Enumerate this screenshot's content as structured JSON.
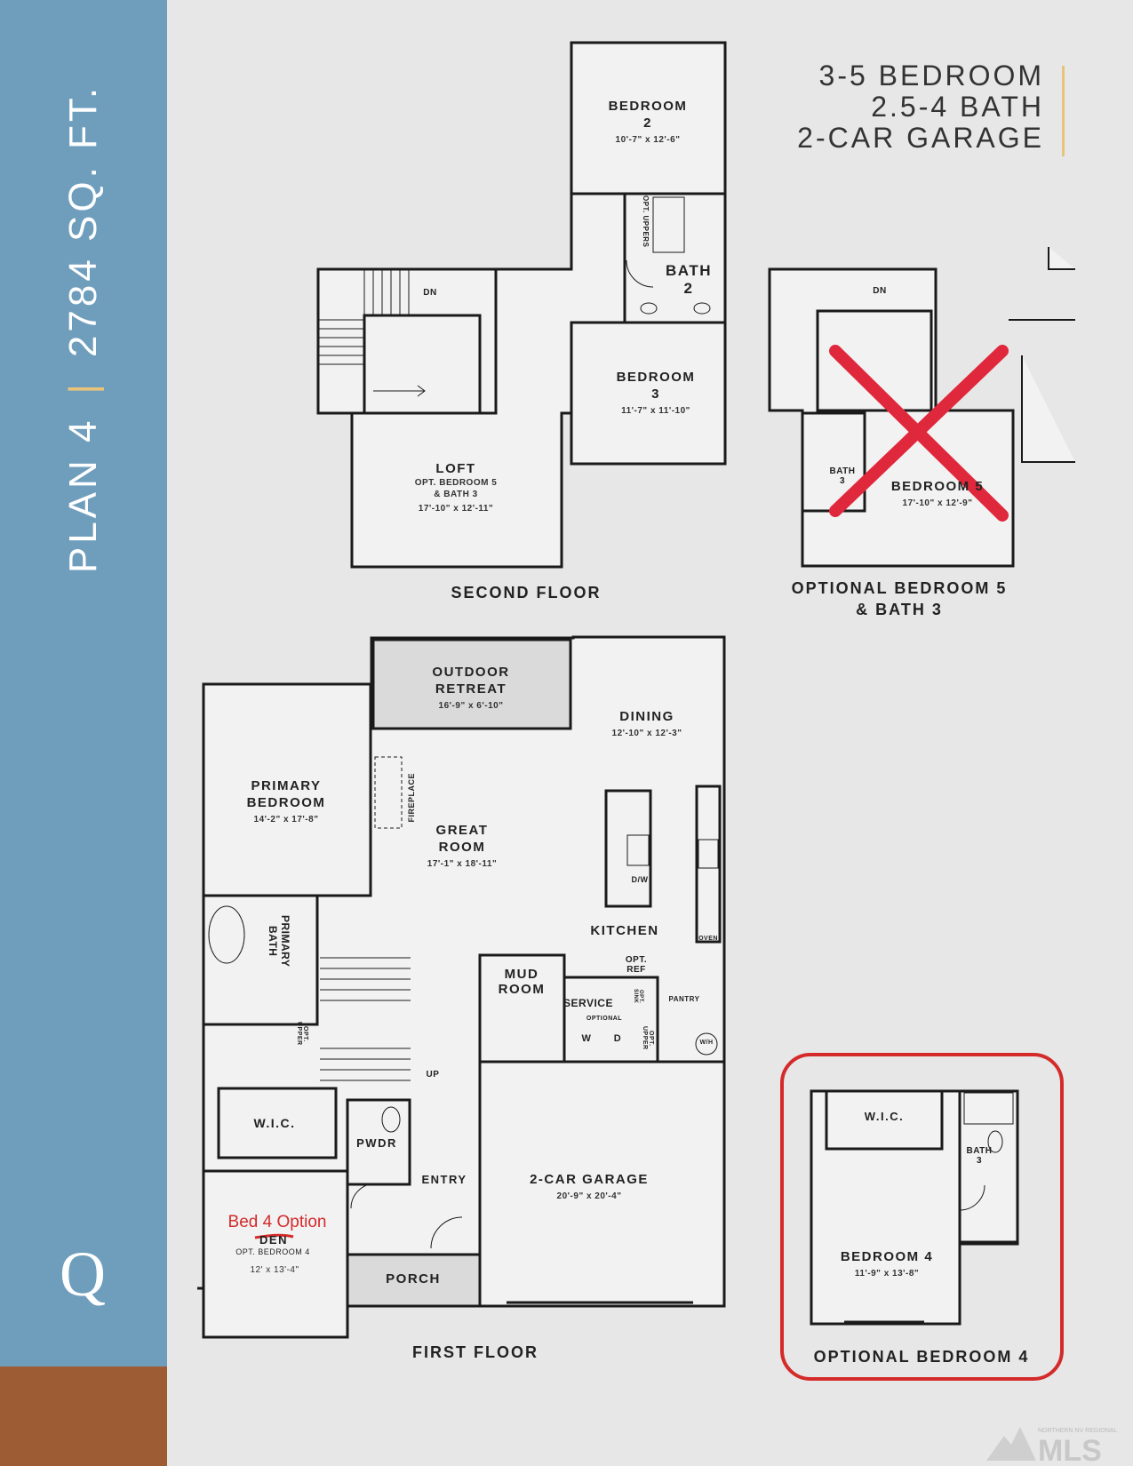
{
  "sidebar": {
    "plan_name": "PLAN 4",
    "separator": "|",
    "square_feet": "2784 SQ. FT.",
    "colors": {
      "blue": "#6f9ebd",
      "brown": "#9d5c34",
      "accent": "#e8c47a"
    },
    "logo": "Q"
  },
  "features": {
    "bedrooms": "3-5 BEDROOM",
    "baths": "2.5-4 BATH",
    "garage": "2-CAR GARAGE"
  },
  "second_floor": {
    "title": "SECOND FLOOR",
    "rooms": {
      "bedroom2": {
        "name": "BEDROOM\n2",
        "dims": "10'-7\" x 12'-6\""
      },
      "opt_uppers": "OPT. UPPERS",
      "bath2": "BATH\n2",
      "dn": "DN",
      "bedroom3": {
        "name": "BEDROOM\n3",
        "dims": "11'-7\" x 11'-10\""
      },
      "loft": {
        "name": "LOFT",
        "note": "OPT. BEDROOM 5\n& BATH 3",
        "dims": "17'-10\" x 12'-11\""
      }
    }
  },
  "optional_bedroom5": {
    "title": "OPTIONAL BEDROOM 5\n& BATH 3",
    "dn": "DN",
    "bath3": "BATH\n3",
    "bedroom5": {
      "name": "BEDROOM 5",
      "dims": "17'-10\" x 12'-9\""
    },
    "crossed_out": true,
    "cross_color": "#e0283c"
  },
  "first_floor": {
    "title": "FIRST FLOOR",
    "rooms": {
      "outdoor": {
        "name": "OUTDOOR\nRETREAT",
        "dims": "16'-9\" x 6'-10\""
      },
      "dining": {
        "name": "DINING",
        "dims": "12'-10\" x 12'-3\""
      },
      "primary_bedroom": {
        "name": "PRIMARY\nBEDROOM",
        "dims": "14'-2\" x 17'-8\""
      },
      "fireplace": "FIREPLACE",
      "great_room": {
        "name": "GREAT\nROOM",
        "dims": "17'-1\" x 18'-11\""
      },
      "dw": "D/W",
      "oven": "OVEN",
      "kitchen": "KITCHEN",
      "primary_bath": "PRIMARY\nBATH",
      "opt_ref": "OPT.\nREF",
      "mud_room": "MUD\nROOM",
      "service": "SERVICE",
      "opt_sink": "OPT.\nSINK",
      "pantry": "PANTRY",
      "optional": "OPTIONAL",
      "w": "W",
      "d": "D",
      "opt_upper_a": "OPT.\nUPPER",
      "opt_upper_b": "OPT.\nUPPER",
      "wh": "W/H",
      "up": "UP",
      "wic": "W.I.C.",
      "pwdr": "PWDR",
      "entry": "ENTRY",
      "garage": {
        "name": "2-CAR GARAGE",
        "dims": "20'-9\" x 20'-4\""
      },
      "den": {
        "annotation": "Bed 4 Option",
        "name": "DEN",
        "note": "OPT. BEDROOM 4",
        "dims": "12' x 13'-4\""
      },
      "porch": "PORCH"
    }
  },
  "optional_bedroom4": {
    "title": "OPTIONAL BEDROOM 4",
    "wic": "W.I.C.",
    "bath3": "BATH\n3",
    "bedroom4": {
      "name": "BEDROOM 4",
      "dims": "11'-9\" x 13'-8\""
    },
    "highlight_color": "#d42a2a"
  },
  "watermark": {
    "line1": "NORTHERN NV REGIONAL",
    "line2": "MLS"
  }
}
